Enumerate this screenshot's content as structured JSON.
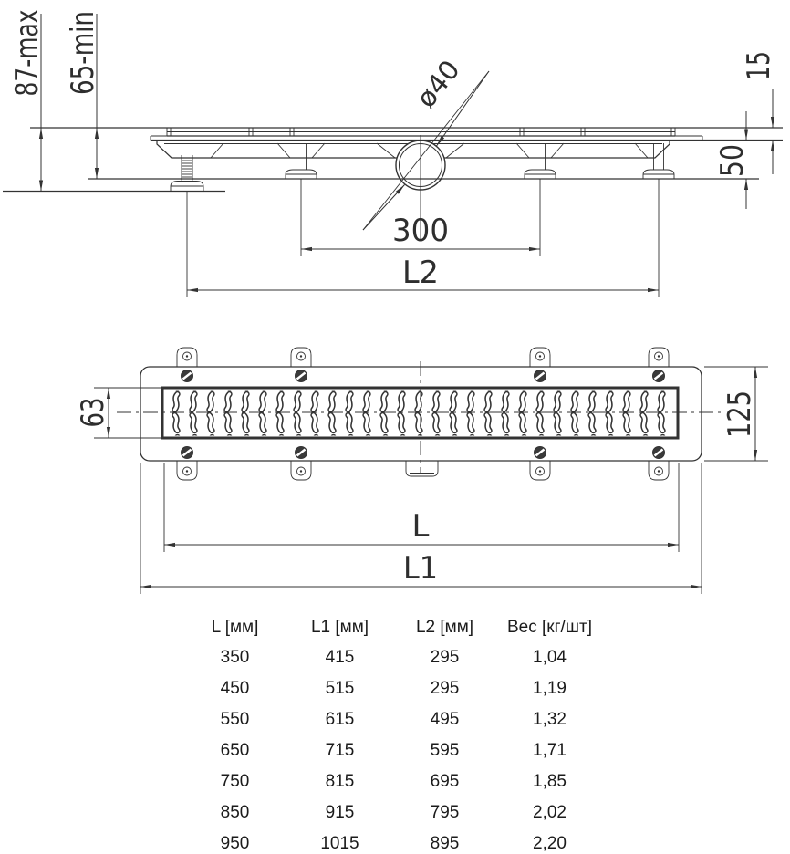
{
  "drawing": {
    "side": {
      "max_height": "87-max",
      "min_height": "65-min",
      "edge_height": "15",
      "body_height": "50",
      "outlet_diameter": "ø40",
      "outlet_spacing": "300",
      "length_l2": "L2"
    },
    "top": {
      "grate_width": "63",
      "body_width": "125",
      "length_l": "L",
      "length_l1": "L1"
    }
  },
  "table": {
    "headers": [
      "L [мм]",
      "L1 [мм]",
      "L2 [мм]",
      "Вес [кг/шт]"
    ],
    "rows": [
      [
        "350",
        "415",
        "295",
        "1,04"
      ],
      [
        "450",
        "515",
        "295",
        "1,19"
      ],
      [
        "550",
        "615",
        "495",
        "1,32"
      ],
      [
        "650",
        "715",
        "595",
        "1,71"
      ],
      [
        "750",
        "815",
        "695",
        "1,85"
      ],
      [
        "850",
        "915",
        "795",
        "2,02"
      ],
      [
        "950",
        "1015",
        "895",
        "2,20"
      ]
    ]
  },
  "colors": {
    "line": "#333333",
    "text": "#1f1f1f"
  }
}
